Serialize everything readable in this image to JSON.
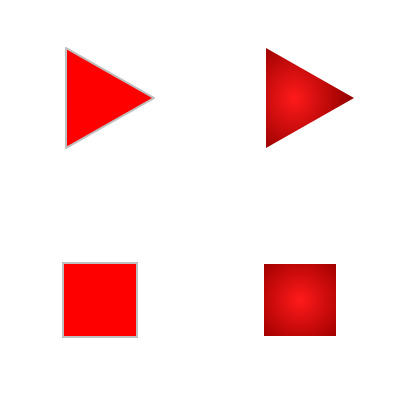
{
  "icons": [
    {
      "name": "play-icon-flat",
      "shape": "play-triangle",
      "style": "flat",
      "fill": "#ff0000",
      "outline": "#bfbfbf"
    },
    {
      "name": "play-icon-shaded",
      "shape": "play-triangle",
      "style": "shaded",
      "fill_center": "#ff1a1a",
      "fill_edge": "#990000"
    },
    {
      "name": "stop-icon-flat",
      "shape": "stop-square",
      "style": "flat",
      "fill": "#ff0000",
      "outline": "#bfbfbf"
    },
    {
      "name": "stop-icon-shaded",
      "shape": "stop-square",
      "style": "shaded",
      "fill_center": "#ff1a1a",
      "fill_edge": "#a30000"
    }
  ]
}
